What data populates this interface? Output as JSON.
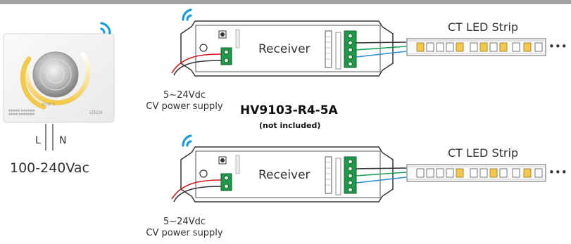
{
  "header_bar_color": "#a3a3a3",
  "dimmer": {
    "brand": "LTECH",
    "zone_label": "ZONE 1",
    "icon": "wireless-signal-icon",
    "live_label": "L",
    "neutral_label": "N",
    "mains_voltage": "100-240Vac"
  },
  "receiver_top": {
    "label": "Receiver",
    "icon": "wireless-signal-icon",
    "power_voltage": "5~24Vdc",
    "power_type": "CV power supply",
    "strip_label": "CT LED Strip",
    "strip_more": "•••"
  },
  "receiver_bottom": {
    "label": "Receiver",
    "icon": "wireless-signal-icon",
    "power_voltage": "5~24Vdc",
    "power_type": "CV power supply",
    "strip_label": "CT LED Strip",
    "strip_more": "•••"
  },
  "model": {
    "name": "HV9103-R4-5A",
    "note": "(not included)"
  },
  "colors": {
    "wifi_blue": "#1e9bd7",
    "wire_green": "#1aa05a",
    "wire_blue": "#2c8fd0",
    "wire_red": "#d11a1a",
    "terminal_green": "#1f9a4a",
    "warm_led": "#f2c94c"
  }
}
